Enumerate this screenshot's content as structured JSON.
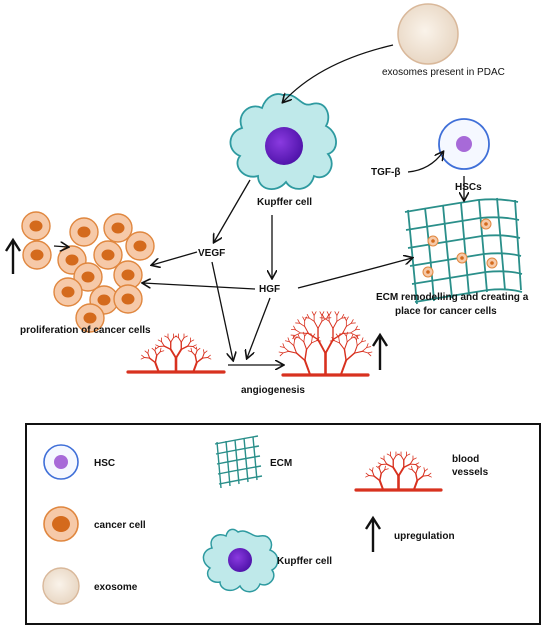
{
  "diagram": {
    "exosome_label": "exosomes present in PDAC",
    "kupffer_label": "Kupffer cell",
    "tgf_label": "TGF-β",
    "hsc_label": "HSCs",
    "vegf_label": "VEGF",
    "hgf_label": "HGF",
    "ecm_label_line1": "ECM remodelling and creating a",
    "ecm_label_line2": "place for cancer cells",
    "proliferation_label": "proliferation of cancer cells",
    "angiogenesis_label": "angiogenesis"
  },
  "legend": {
    "hsc": "HSC",
    "ecm": "ECM",
    "blood_line1": "blood",
    "blood_line2": "vessels",
    "cancer": "cancer cell",
    "kupffer": "Kupffer cell",
    "upregulation": "upregulation",
    "exosome": "exosome"
  },
  "colors": {
    "kupffer_fill": "#bfe9ea",
    "kupffer_stroke": "#2e9aa0",
    "nucleus_purple": "#6a20c8",
    "cancer_fill": "#f6c9a8",
    "cancer_stroke": "#e0873f",
    "cancer_nucleus": "#d46a1c",
    "exosome_fill": "#efe3d4",
    "exosome_stroke": "#d9b89a",
    "vessel_red": "#d8311f",
    "ecm_teal": "#2a8f8a"
  }
}
